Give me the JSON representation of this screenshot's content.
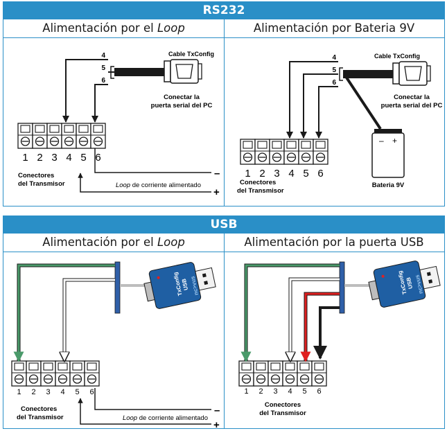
{
  "rs232": {
    "title": "RS232",
    "left_head_pre": "Alimentación por el ",
    "left_head_em": "Loop",
    "right_head": "Alimentación por Bateria 9V",
    "pin4": "4",
    "pin5": "5",
    "pin6": "6",
    "cable_label": "Cable TxConfig",
    "connect_line1": "Conectar la",
    "connect_line2": "puerta serial del PC",
    "minus": "–",
    "plus": "+",
    "battery_label": "Bateria 9V",
    "battery_minus": "–",
    "battery_plus": "+"
  },
  "usb": {
    "title": "USB",
    "left_head_pre": "Alimentación por el ",
    "left_head_em": "Loop",
    "right_head": "Alimentación por la puerta USB",
    "device_brand": "nc>vus",
    "device_line1": "TxConfig",
    "device_line2": "USB"
  },
  "terminal_numbers": [
    "1",
    "2",
    "3",
    "4",
    "5",
    "6"
  ],
  "connectors_line1": "Conectores",
  "connectors_line2": "del Transmisor",
  "loop_em": "Loop",
  "loop_rest": " de corriente alimentado",
  "colors": {
    "accent": "#2a8fc7",
    "green": "#4a9a6a",
    "red": "#e02020",
    "usb_body": "#1f5fa3",
    "bar": "#2f5fa8"
  }
}
